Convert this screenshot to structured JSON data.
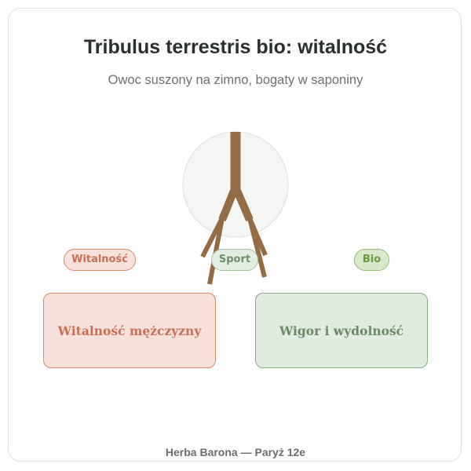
{
  "header": {
    "title": "Tribulus terrestris bio: witalność",
    "subtitle": "Owoc suszony na zimno, bogaty w saponiny"
  },
  "tags": {
    "vitality": "Witalność",
    "sport": "Sport",
    "bio": "Bio"
  },
  "boxes": {
    "left": "Witalność mężczyzny",
    "right": "Wigor i wydolność"
  },
  "footer": {
    "text": "Herba Barona — Paryż 12e"
  },
  "colors": {
    "title": "#2a302c",
    "branch": "#946b43",
    "coral_accent": "#d9876f",
    "green_accent": "#86ac80",
    "bio_accent": "#98bd78"
  },
  "icons": {
    "illustration": "forked-branch-icon"
  }
}
